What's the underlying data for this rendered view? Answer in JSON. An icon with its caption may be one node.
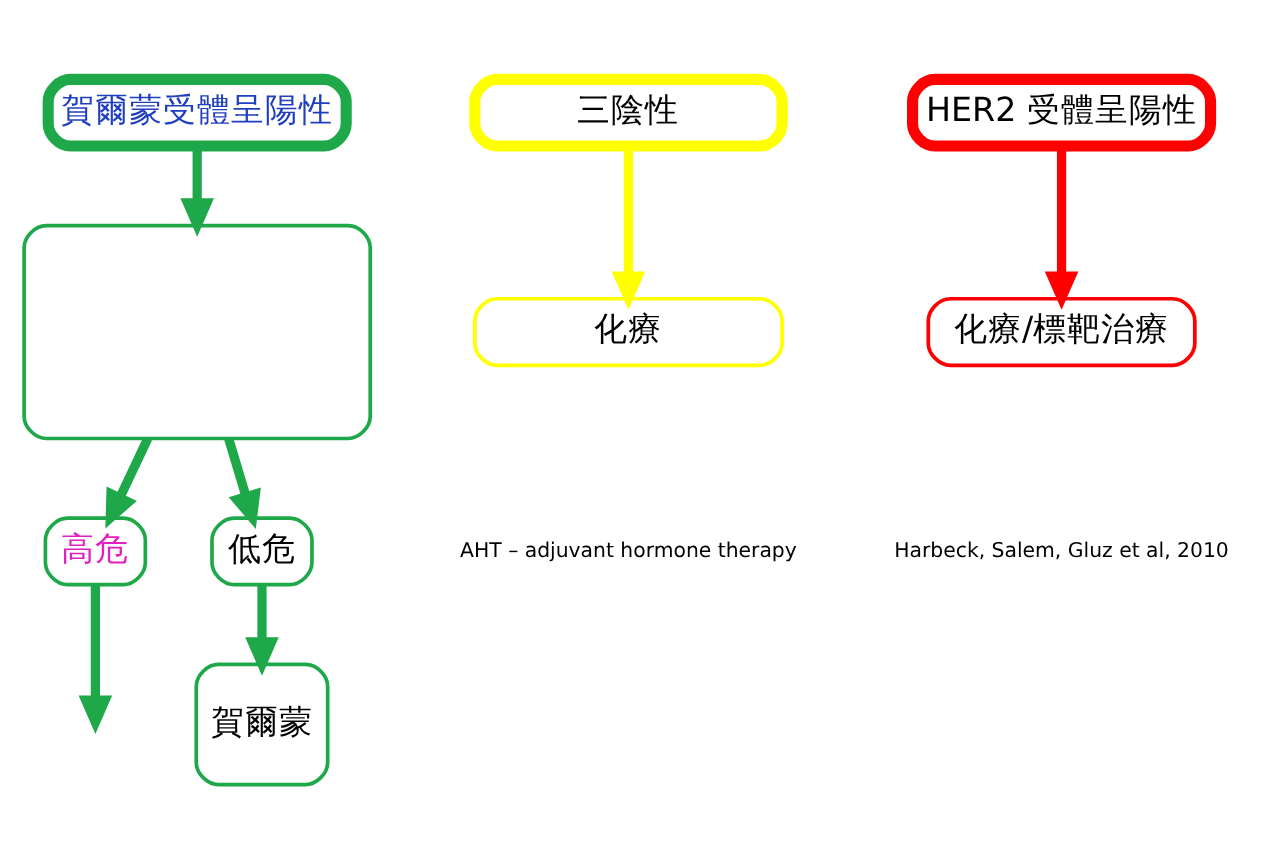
{
  "diagram": {
    "nodes": [
      {
        "text": [
          "賀爾蒙受體呈陽性"
        ]
      },
      {
        "text": [],
        "shape": "box"
      },
      {
        "text": [
          "高危"
        ]
      },
      {
        "text": [
          "低危"
        ]
      },
      {
        "text": [
          "賀爾蒙"
        ]
      },
      {
        "text": [
          "三陰性"
        ]
      },
      {
        "text": [
          "化療"
        ]
      },
      {
        "text": [
          "HER2 受體呈陽性"
        ]
      },
      {
        "text": [
          "化療/標靶治療"
        ]
      }
    ],
    "edges": [
      {
        "from": 0,
        "to": 1,
        "arrow": "to"
      },
      {
        "from": 1,
        "to": 2,
        "arrow": "to"
      },
      {
        "from": 1,
        "to": 3,
        "arrow": "to"
      },
      {
        "from": 2,
        "to": null,
        "arrow": "to"
      },
      {
        "from": 3,
        "to": 4,
        "arrow": "to"
      },
      {
        "from": 5,
        "to": 6,
        "arrow": "to",
        "color": "#ffff00"
      },
      {
        "from": 7,
        "to": 8,
        "arrow": "to",
        "color": "#ff0000"
      }
    ],
    "labels": [
      "Harbeck, Salem, Gluz et al, 2010",
      "AHT – adjuvant hormone therapy"
    ]
  }
}
